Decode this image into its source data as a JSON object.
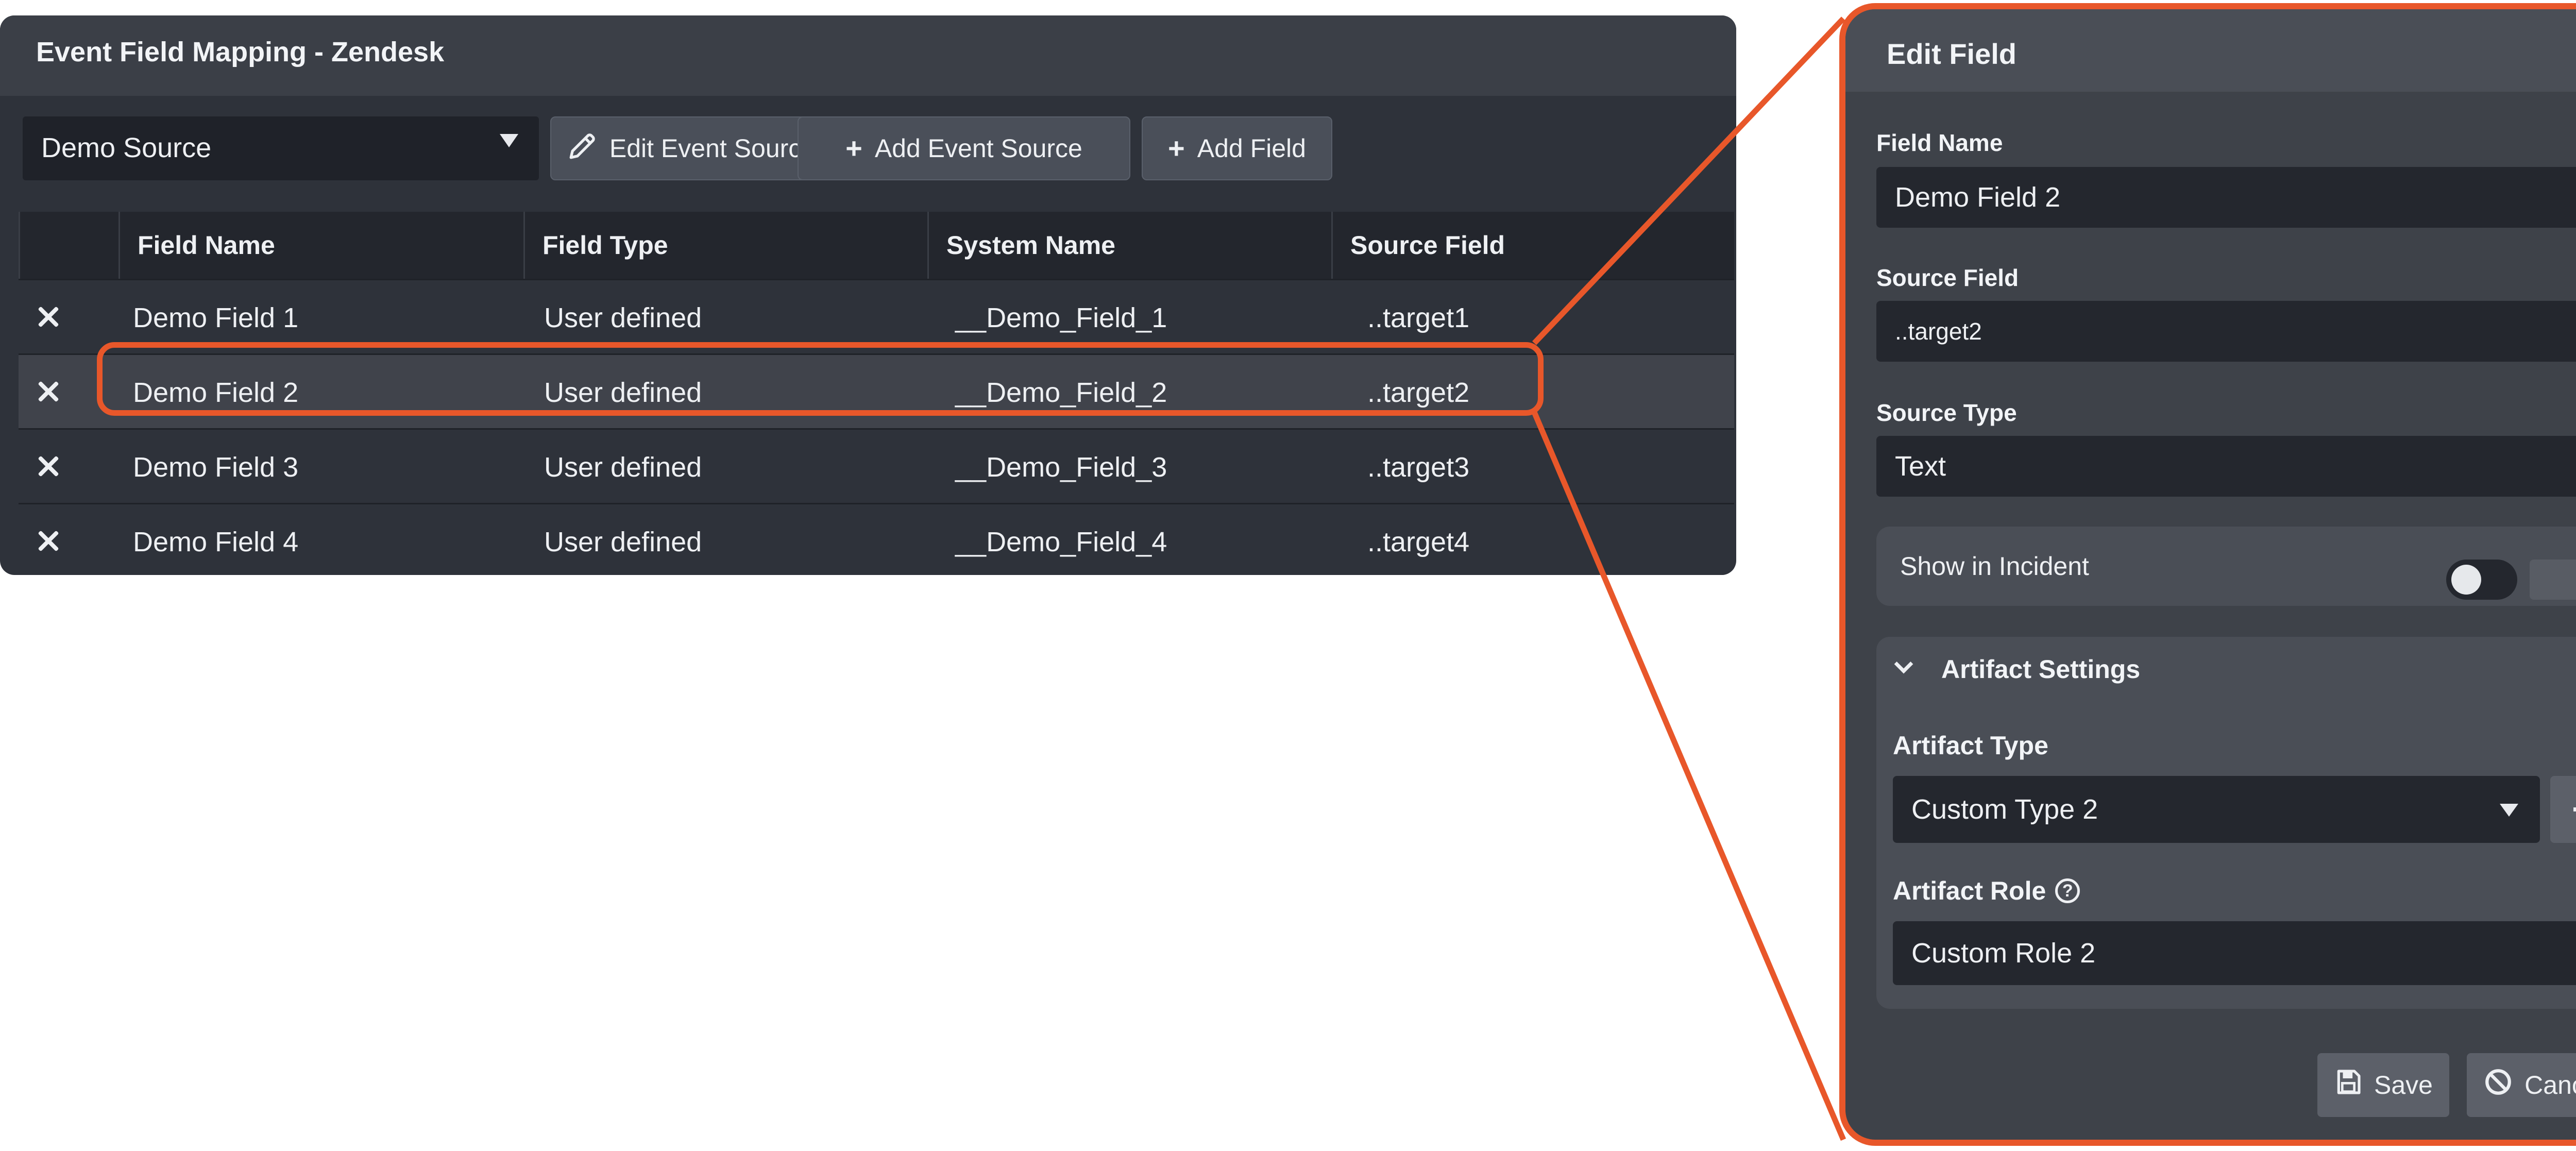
{
  "colors": {
    "accent": "#e8572a",
    "window_bg": "#2e323a",
    "panel_bg": "#3e4249",
    "input_bg": "#24272e"
  },
  "mapping_window": {
    "title": "Event Field Mapping - Zendesk",
    "source_select": {
      "value": "Demo Source"
    },
    "toolbar": {
      "edit_event_source": "Edit Event Source",
      "add_event_source": "Add Event Source",
      "add_field": "Add Field"
    },
    "table": {
      "columns": [
        "Field Name",
        "Field Type",
        "System Name",
        "Source Field"
      ],
      "rows": [
        {
          "field_name": "Demo Field 1",
          "field_type": "User defined",
          "system_name": "__Demo_Field_1",
          "source_field": "..target1"
        },
        {
          "field_name": "Demo Field 2",
          "field_type": "User defined",
          "system_name": "__Demo_Field_2",
          "source_field": "..target2"
        },
        {
          "field_name": "Demo Field 3",
          "field_type": "User defined",
          "system_name": "__Demo_Field_3",
          "source_field": "..target3"
        },
        {
          "field_name": "Demo Field 4",
          "field_type": "User defined",
          "system_name": "__Demo_Field_4",
          "source_field": "..target4"
        }
      ]
    }
  },
  "edit_panel": {
    "title": "Edit Field",
    "field_name_label": "Field Name",
    "field_name_value": "Demo Field 2",
    "source_field_label": "Source Field",
    "source_field_value": "..target2",
    "source_type_label": "Source Type",
    "source_type_value": "Text",
    "show_in_incident_label": "Show in Incident",
    "show_in_incident_on": false,
    "artifact_settings": {
      "heading": "Artifact Settings",
      "type_label": "Artifact Type",
      "type_value": "Custom Type 2",
      "add_symbol": "+",
      "role_label": "Artifact Role",
      "help_symbol": "?",
      "role_value": "Custom Role 2"
    },
    "save_label": "Save",
    "cancel_label": "Cancel"
  }
}
